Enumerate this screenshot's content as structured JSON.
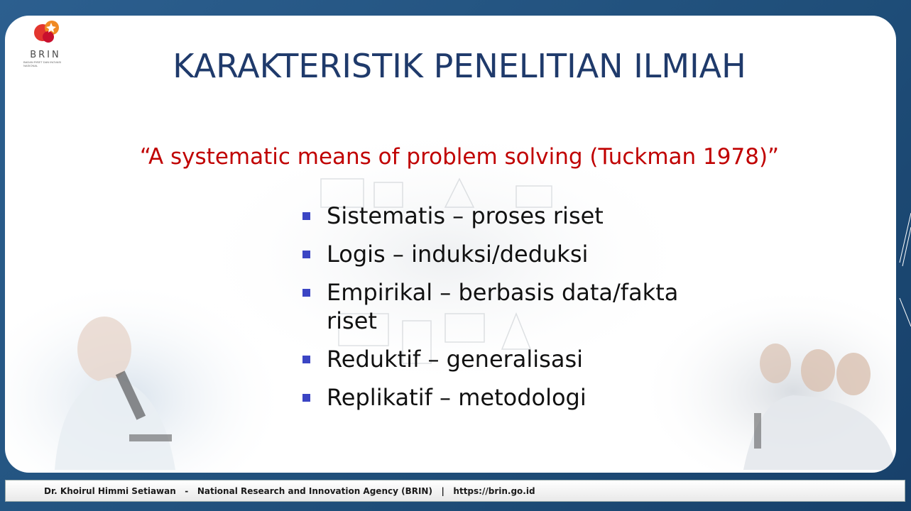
{
  "slide": {
    "logo_text": "BRIN",
    "logo_subtext": "Badan Riset dan Inovasi Nasional",
    "title": "KARAKTERISTIK PENELITIAN ILMIAH",
    "subtitle": "“A systematic means of problem solving  (Tuckman 1978)”",
    "bullets": [
      "Sistematis – proses riset",
      "Logis – induksi/deduksi",
      "Empirikal – berbasis data/fakta riset",
      "Reduktif – generalisasi",
      "Replikatif – metodologi"
    ]
  },
  "footer": {
    "text": "Dr. Khoirul Himmi Setiawan   -   National Research and Innovation Agency (BRIN)   |   https://brin.go.id"
  },
  "colors": {
    "frame": "#1f4e79",
    "title": "#1f3a6b",
    "subtitle": "#c00000",
    "bullet": "#3b45c4"
  }
}
